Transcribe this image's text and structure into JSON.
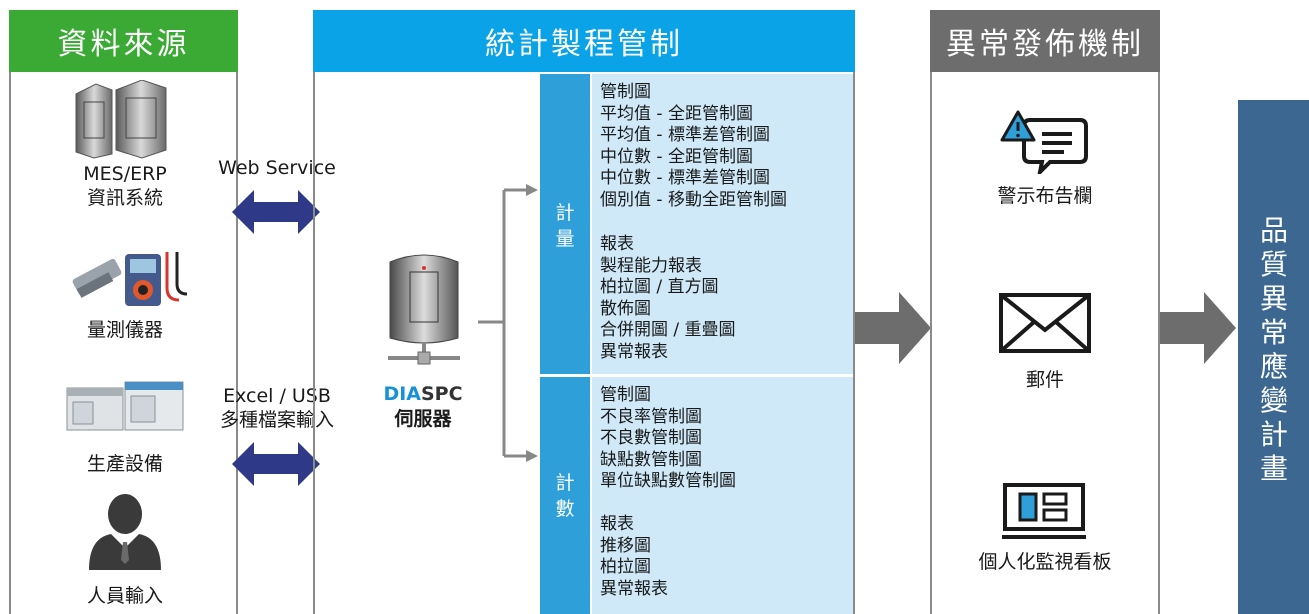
{
  "sources": {
    "header": "資料來源",
    "items": [
      "MES/ERP\n資訊系統",
      "量測儀器",
      "生產設備",
      "人員輸入"
    ]
  },
  "links": {
    "web": "Web Service",
    "file_line1": "Excel / USB",
    "file_line2": "多種檔案輸入"
  },
  "spc": {
    "header": "統計製程管制",
    "server_brand_a": "DIA",
    "server_brand_b": "SPC",
    "server_label": "伺服器",
    "variable": {
      "tag": "計\n量",
      "charts": "管制圖\n平均值 - 全距管制圖\n平均值 - 標準差管制圖\n中位數 - 全距管制圖\n中位數 - 標準差管制圖\n個別值 - 移動全距管制圖",
      "reports": "報表\n製程能力報表\n柏拉圖 / 直方圖\n散佈圖\n合併開圖 / 重疊圖\n異常報表"
    },
    "attribute": {
      "tag": "計\n數",
      "charts": "管制圖\n不良率管制圖\n不良數管制圖\n缺點數管制圖\n單位缺點數管制圖",
      "reports": "報表\n推移圖\n柏拉圖\n異常報表"
    }
  },
  "alert": {
    "header": "異常發佈機制",
    "items": [
      "警示布告欄",
      "郵件",
      "個人化監視看板"
    ]
  },
  "plan": {
    "label": "品\n質\n異\n常\n應\n變\n計\n畫"
  },
  "colors": {
    "green": "#3aaa35",
    "blue": "#0aa3e8",
    "gray": "#6d6d6d",
    "navy": "#3b6791",
    "listbg": "#cfe9f8",
    "tagbg": "#2e9fd9",
    "arrow": "#2e3a87"
  }
}
